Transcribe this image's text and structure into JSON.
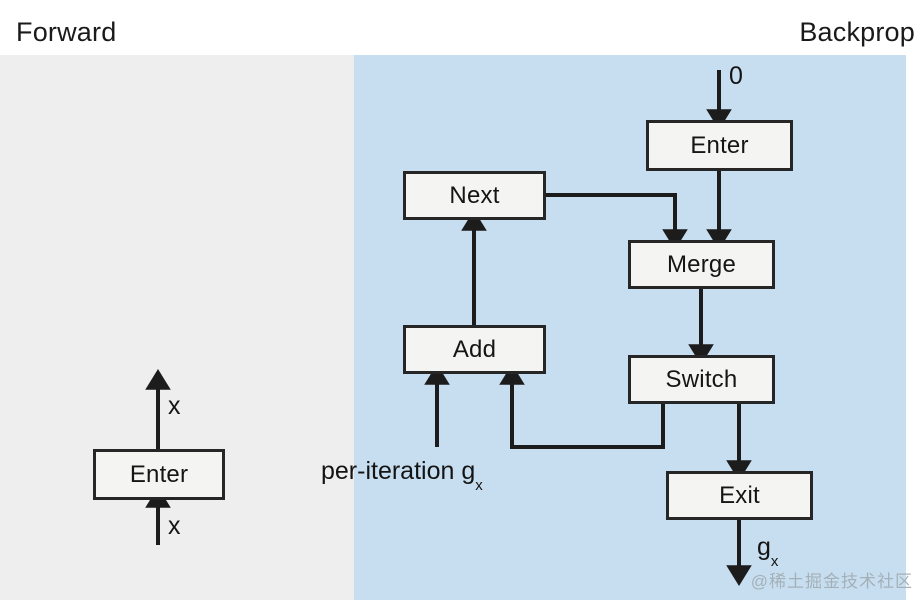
{
  "diagram": {
    "title_left": "Forward",
    "title_right": "Backprop",
    "panels": {
      "forward": {
        "label": "Forward",
        "bg": "#eeeeee"
      },
      "backprop": {
        "label": "Backprop",
        "bg": "#c7def0"
      }
    },
    "nodes": {
      "forward_enter": "Enter",
      "bp_enter": "Enter",
      "bp_next": "Next",
      "bp_merge": "Merge",
      "bp_add": "Add",
      "bp_switch": "Switch",
      "bp_exit": "Exit"
    },
    "edge_labels": {
      "forward_in": "x",
      "forward_out": "x",
      "bp_zero": "0",
      "bp_per_iteration": "per-iteration g",
      "bp_per_iteration_sub": "x",
      "bp_out": "g",
      "bp_out_sub": "x"
    },
    "colors": {
      "node_fill": "#f4f4f2",
      "node_stroke": "#262626",
      "wire": "#1c1c1c",
      "forward_bg": "#eeeeee",
      "backprop_bg": "#c7def0",
      "text": "#141414"
    },
    "watermark": "@稀土掘金技术社区"
  }
}
